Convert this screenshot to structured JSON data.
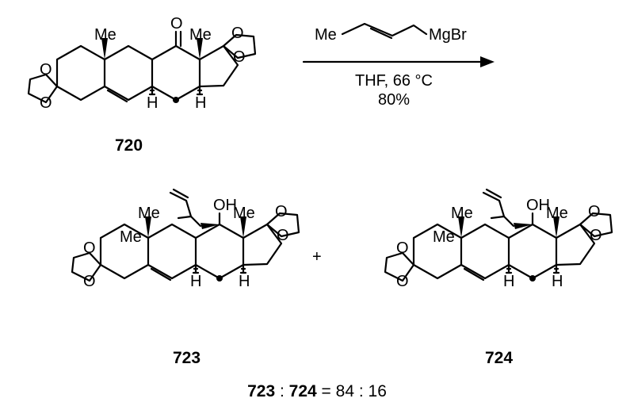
{
  "compounds": {
    "start": {
      "number": "720"
    },
    "product_a": {
      "number": "723"
    },
    "product_b": {
      "number": "724"
    }
  },
  "reagent": {
    "left": "Me",
    "right": "MgBr"
  },
  "conditions": {
    "line1": "THF, 66 °C",
    "line2": "80%"
  },
  "labels": {
    "me": "Me",
    "o": "O",
    "h": "H",
    "oh": "OH",
    "plus": "+"
  },
  "ratio": {
    "a": "723",
    "sep": " : ",
    "b": "724",
    "eq": " = 84 : 16"
  }
}
